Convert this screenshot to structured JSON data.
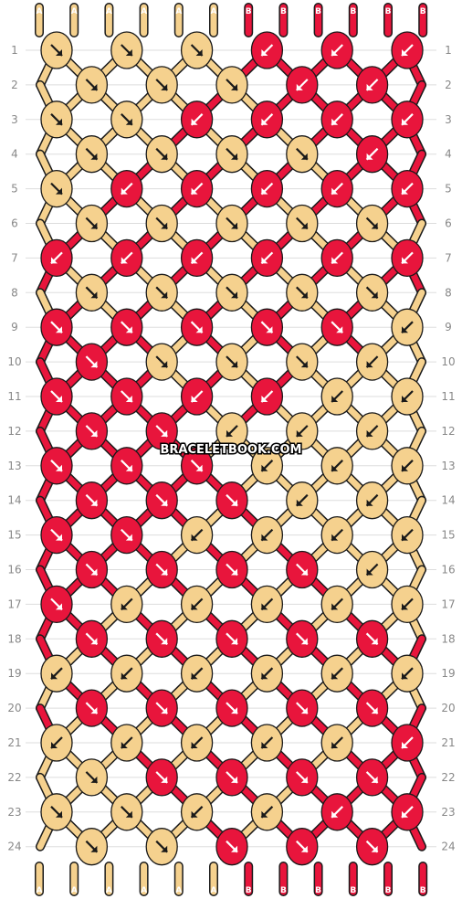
{
  "diagram": {
    "watermark": "BRACELETBOOK.COM",
    "colors": {
      "A": "#f5d18e",
      "B": "#e8153c",
      "outline": "#1a1a1a",
      "grid": "#dddddd"
    },
    "strands_top": [
      "A",
      "A",
      "A",
      "A",
      "A",
      "A",
      "B",
      "B",
      "B",
      "B",
      "B",
      "B"
    ],
    "strands_bottom": [
      "A",
      "A",
      "A",
      "A",
      "A",
      "A",
      "B",
      "B",
      "B",
      "B",
      "B",
      "B"
    ],
    "rows": [
      {
        "label": "1",
        "knots": [
          [
            "A",
            "dr"
          ],
          [
            "A",
            "dr"
          ],
          [
            "A",
            "dr"
          ],
          [
            "B",
            "dl"
          ],
          [
            "B",
            "dl"
          ],
          [
            "B",
            "dl"
          ]
        ]
      },
      {
        "label": "2",
        "knots": [
          [
            "A",
            "dr"
          ],
          [
            "A",
            "dr"
          ],
          [
            "A",
            "dr"
          ],
          [
            "B",
            "dl"
          ],
          [
            "B",
            "dl"
          ]
        ]
      },
      {
        "label": "3",
        "knots": [
          [
            "A",
            "dr"
          ],
          [
            "A",
            "dr"
          ],
          [
            "B",
            "dl"
          ],
          [
            "B",
            "dl"
          ],
          [
            "B",
            "dl"
          ],
          [
            "B",
            "dl"
          ]
        ]
      },
      {
        "label": "4",
        "knots": [
          [
            "A",
            "dr"
          ],
          [
            "A",
            "dr"
          ],
          [
            "A",
            "dr"
          ],
          [
            "A",
            "dr"
          ],
          [
            "B",
            "dl"
          ]
        ]
      },
      {
        "label": "5",
        "knots": [
          [
            "A",
            "dr"
          ],
          [
            "B",
            "dl"
          ],
          [
            "B",
            "dl"
          ],
          [
            "B",
            "dl"
          ],
          [
            "B",
            "dl"
          ],
          [
            "B",
            "dl"
          ]
        ]
      },
      {
        "label": "6",
        "knots": [
          [
            "A",
            "dr"
          ],
          [
            "A",
            "dr"
          ],
          [
            "A",
            "dr"
          ],
          [
            "A",
            "dr"
          ],
          [
            "A",
            "dr"
          ]
        ]
      },
      {
        "label": "7",
        "knots": [
          [
            "B",
            "dl"
          ],
          [
            "B",
            "dl"
          ],
          [
            "B",
            "dl"
          ],
          [
            "B",
            "dl"
          ],
          [
            "B",
            "dl"
          ],
          [
            "B",
            "dl"
          ]
        ]
      },
      {
        "label": "8",
        "knots": [
          [
            "A",
            "dr"
          ],
          [
            "A",
            "dr"
          ],
          [
            "A",
            "dr"
          ],
          [
            "A",
            "dr"
          ],
          [
            "A",
            "dr"
          ]
        ]
      },
      {
        "label": "9",
        "knots": [
          [
            "B",
            "dr"
          ],
          [
            "B",
            "dr"
          ],
          [
            "B",
            "dr"
          ],
          [
            "B",
            "dr"
          ],
          [
            "B",
            "dr"
          ],
          [
            "A",
            "dl"
          ]
        ]
      },
      {
        "label": "10",
        "knots": [
          [
            "B",
            "dr"
          ],
          [
            "A",
            "dr"
          ],
          [
            "A",
            "dr"
          ],
          [
            "A",
            "dr"
          ],
          [
            "A",
            "dl"
          ]
        ]
      },
      {
        "label": "11",
        "knots": [
          [
            "B",
            "dr"
          ],
          [
            "B",
            "dr"
          ],
          [
            "B",
            "dl"
          ],
          [
            "B",
            "dl"
          ],
          [
            "A",
            "dl"
          ],
          [
            "A",
            "dl"
          ]
        ]
      },
      {
        "label": "12",
        "knots": [
          [
            "B",
            "dr"
          ],
          [
            "B",
            "dr"
          ],
          [
            "A",
            "dl"
          ],
          [
            "A",
            "dl"
          ],
          [
            "A",
            "dl"
          ]
        ]
      },
      {
        "label": "13",
        "knots": [
          [
            "B",
            "dr"
          ],
          [
            "B",
            "dr"
          ],
          [
            "B",
            "dr"
          ],
          [
            "A",
            "dl"
          ],
          [
            "A",
            "dl"
          ],
          [
            "A",
            "dl"
          ]
        ]
      },
      {
        "label": "14",
        "knots": [
          [
            "B",
            "dr"
          ],
          [
            "B",
            "dr"
          ],
          [
            "B",
            "dr"
          ],
          [
            "A",
            "dl"
          ],
          [
            "A",
            "dl"
          ]
        ]
      },
      {
        "label": "15",
        "knots": [
          [
            "B",
            "dr"
          ],
          [
            "B",
            "dr"
          ],
          [
            "A",
            "dl"
          ],
          [
            "A",
            "dl"
          ],
          [
            "A",
            "dl"
          ],
          [
            "A",
            "dl"
          ]
        ]
      },
      {
        "label": "16",
        "knots": [
          [
            "B",
            "dr"
          ],
          [
            "B",
            "dr"
          ],
          [
            "B",
            "dr"
          ],
          [
            "B",
            "dr"
          ],
          [
            "A",
            "dl"
          ]
        ]
      },
      {
        "label": "17",
        "knots": [
          [
            "B",
            "dr"
          ],
          [
            "A",
            "dl"
          ],
          [
            "A",
            "dl"
          ],
          [
            "A",
            "dl"
          ],
          [
            "A",
            "dl"
          ],
          [
            "A",
            "dl"
          ]
        ]
      },
      {
        "label": "18",
        "knots": [
          [
            "B",
            "dr"
          ],
          [
            "B",
            "dr"
          ],
          [
            "B",
            "dr"
          ],
          [
            "B",
            "dr"
          ],
          [
            "B",
            "dr"
          ]
        ]
      },
      {
        "label": "19",
        "knots": [
          [
            "A",
            "dl"
          ],
          [
            "A",
            "dl"
          ],
          [
            "A",
            "dl"
          ],
          [
            "A",
            "dl"
          ],
          [
            "A",
            "dl"
          ],
          [
            "A",
            "dl"
          ]
        ]
      },
      {
        "label": "20",
        "knots": [
          [
            "B",
            "dr"
          ],
          [
            "B",
            "dr"
          ],
          [
            "B",
            "dr"
          ],
          [
            "B",
            "dr"
          ],
          [
            "B",
            "dr"
          ]
        ]
      },
      {
        "label": "21",
        "knots": [
          [
            "A",
            "dl"
          ],
          [
            "A",
            "dl"
          ],
          [
            "A",
            "dl"
          ],
          [
            "A",
            "dl"
          ],
          [
            "A",
            "dl"
          ],
          [
            "B",
            "dl"
          ]
        ]
      },
      {
        "label": "22",
        "knots": [
          [
            "A",
            "dr"
          ],
          [
            "B",
            "dr"
          ],
          [
            "B",
            "dr"
          ],
          [
            "B",
            "dr"
          ],
          [
            "B",
            "dr"
          ]
        ]
      },
      {
        "label": "23",
        "knots": [
          [
            "A",
            "dr"
          ],
          [
            "A",
            "dr"
          ],
          [
            "A",
            "dl"
          ],
          [
            "A",
            "dl"
          ],
          [
            "B",
            "dl"
          ],
          [
            "B",
            "dl"
          ]
        ]
      },
      {
        "label": "24",
        "knots": [
          [
            "A",
            "dr"
          ],
          [
            "A",
            "dr"
          ],
          [
            "B",
            "dr"
          ],
          [
            "B",
            "dr"
          ],
          [
            "B",
            "dr"
          ]
        ]
      }
    ]
  }
}
